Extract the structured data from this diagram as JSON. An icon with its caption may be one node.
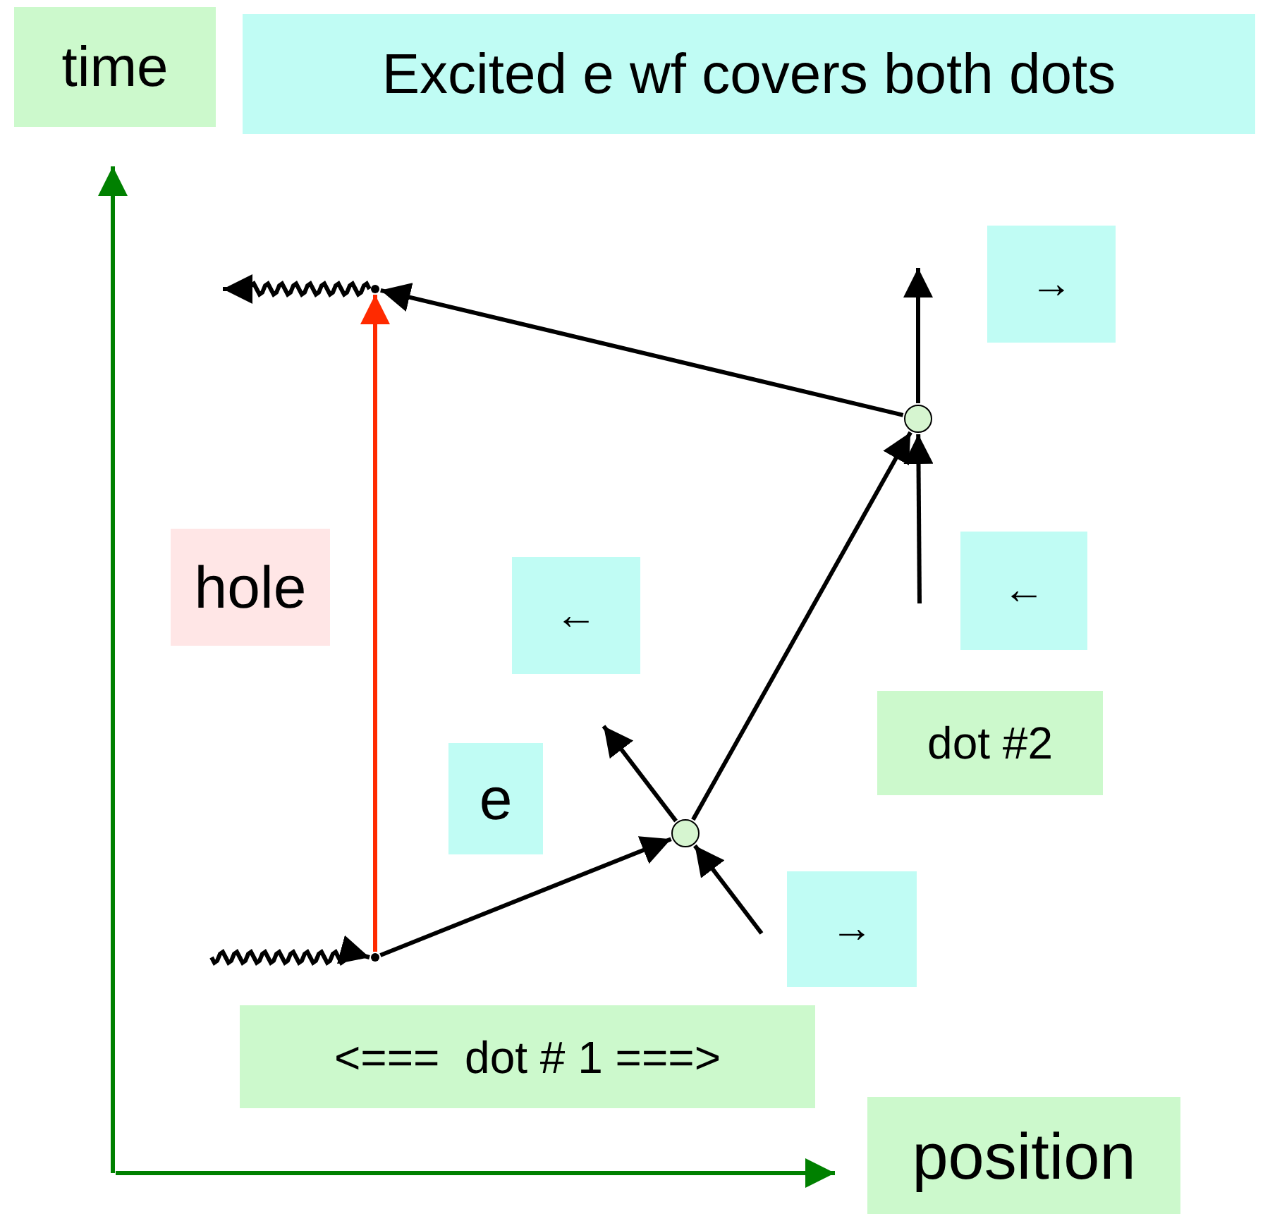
{
  "diagram": {
    "title": "Excited e wf covers both dots",
    "nodes": [
      {
        "text": [
          "time"
        ]
      },
      {
        "text": [
          "→"
        ]
      },
      {
        "text": [
          "hole"
        ]
      },
      {
        "text": [
          "←"
        ]
      },
      {
        "text": [
          "←"
        ]
      },
      {
        "text": [
          "dot #2"
        ]
      },
      {
        "text": [
          "e"
        ]
      },
      {
        "text": [
          "→"
        ]
      },
      {
        "text": [
          "<===  dot # 1 ===>"
        ]
      },
      {
        "text": [
          "position"
        ]
      },
      {
        "text": [],
        "shape": "point"
      },
      {
        "text": [],
        "shape": "circle"
      },
      {
        "text": [],
        "shape": "circle"
      },
      {
        "text": [],
        "shape": "point"
      }
    ],
    "edges": [
      {
        "from": null,
        "to": 13,
        "arrow": "to"
      },
      {
        "from": 10,
        "to": null,
        "arrow": "to"
      },
      {
        "from": 13,
        "to": 10,
        "arrow": "to",
        "color": "#ff2a00"
      },
      {
        "from": 13,
        "to": 12,
        "arrow": "to"
      },
      {
        "from": 12,
        "to": 11,
        "arrow": "to"
      },
      {
        "from": 11,
        "to": 10,
        "arrow": "to"
      },
      {
        "from": null,
        "to": 12,
        "arrow": "to"
      },
      {
        "from": 12,
        "to": null,
        "arrow": "to"
      },
      {
        "from": null,
        "to": 11,
        "arrow": "to"
      },
      {
        "from": 11,
        "to": null,
        "arrow": "to"
      }
    ]
  }
}
